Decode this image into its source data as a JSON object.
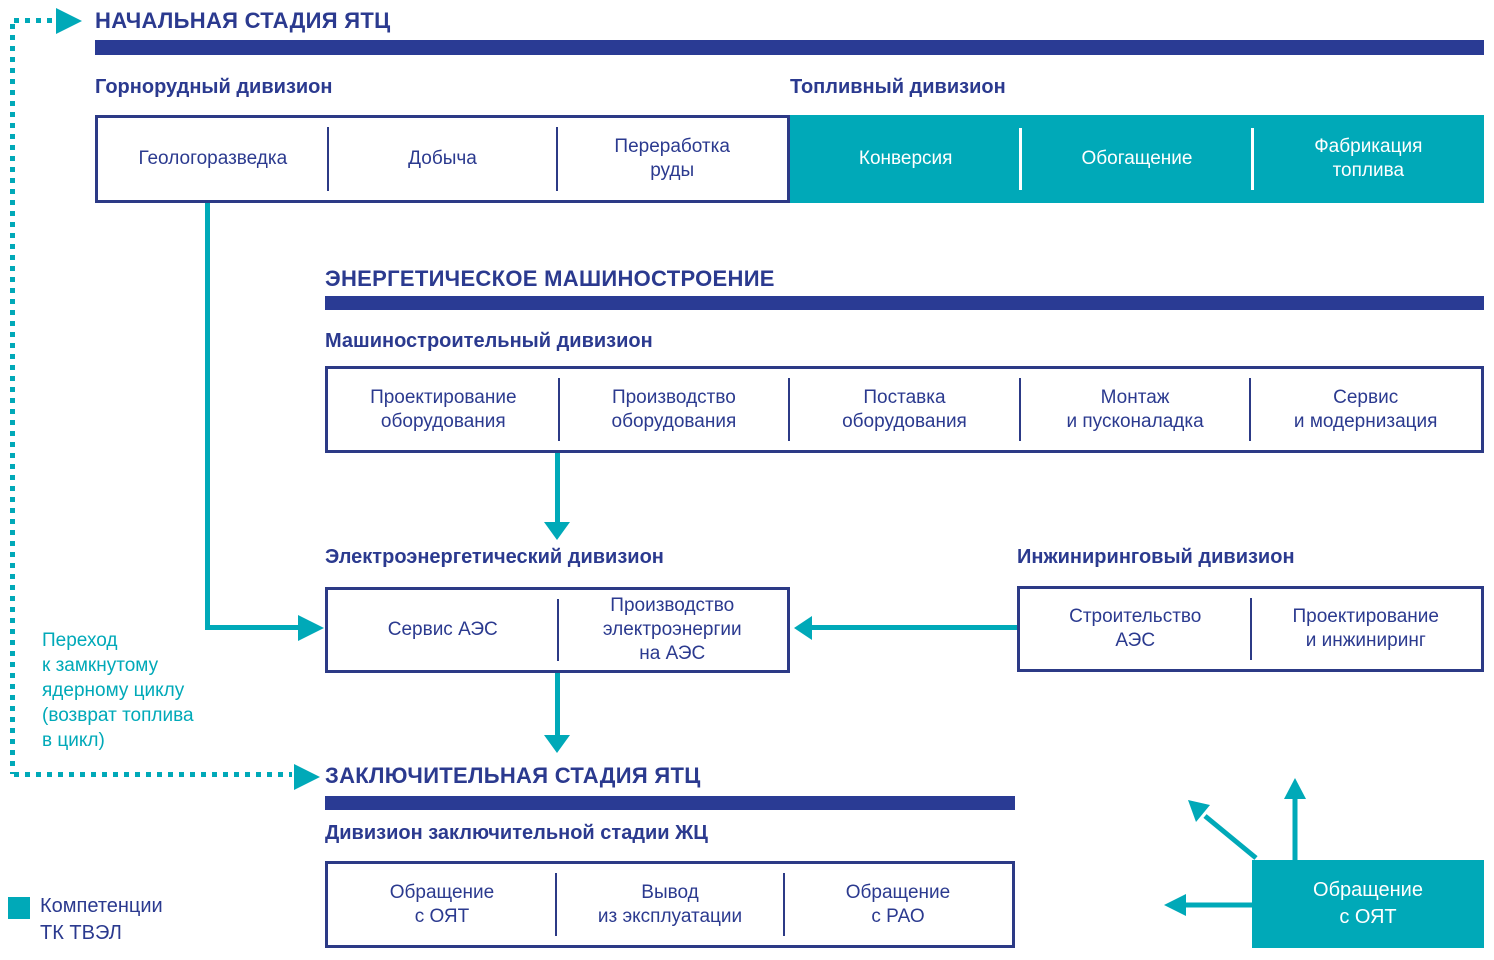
{
  "colors": {
    "teal": "#00A9B8",
    "navy_text": "#2B3A8F",
    "navy_bar": "#2A3B94",
    "navy_border": "#2C3A86"
  },
  "stage_initial": {
    "title": "НАЧАЛЬНАЯ СТАДИЯ ЯТЦ",
    "mining": {
      "name": "Горнорудный дивизион",
      "cells": [
        "Геологоразведка",
        "Добыча",
        "Переработка\nруды"
      ]
    },
    "fuel": {
      "name": "Топливный дивизион",
      "cells": [
        "Конверсия",
        "Обогащение",
        "Фабрикация\nтоплива"
      ]
    }
  },
  "machinery": {
    "title": "ЭНЕРГЕТИЧЕСКОЕ МАШИНОСТРОЕНИЕ",
    "division": {
      "name": "Машиностроительный дивизион",
      "cells": [
        "Проектирование\nоборудования",
        "Производство\nоборудования",
        "Поставка\nоборудования",
        "Монтаж\nи пусконаладка",
        "Сервис\nи модернизация"
      ]
    }
  },
  "power_division": {
    "name": "Электроэнергетический дивизион",
    "cells": [
      "Сервис АЭС",
      "Производство\nэлектроэнергии\nна АЭС"
    ]
  },
  "engineering_division": {
    "name": "Инжиниринговый дивизион",
    "cells": [
      "Строительство\nАЭС",
      "Проектирование\nи инжиниринг"
    ]
  },
  "stage_final": {
    "title": "ЗАКЛЮЧИТЕЛЬНАЯ СТАДИЯ ЯТЦ",
    "division": {
      "name": "Дивизион заключительной стадии ЖЦ",
      "cells": [
        "Обращение\nс ОЯТ",
        "Вывод\nиз эксплуатации",
        "Обращение\nс РАО"
      ]
    }
  },
  "side_note": "Переход\nк замкнутому\nядерному циклу\n(возврат топлива\nв цикл)",
  "spent_fuel_box": "Обращение\nс ОЯТ",
  "legend": {
    "label": "Компетенции\nТК ТВЭЛ"
  }
}
